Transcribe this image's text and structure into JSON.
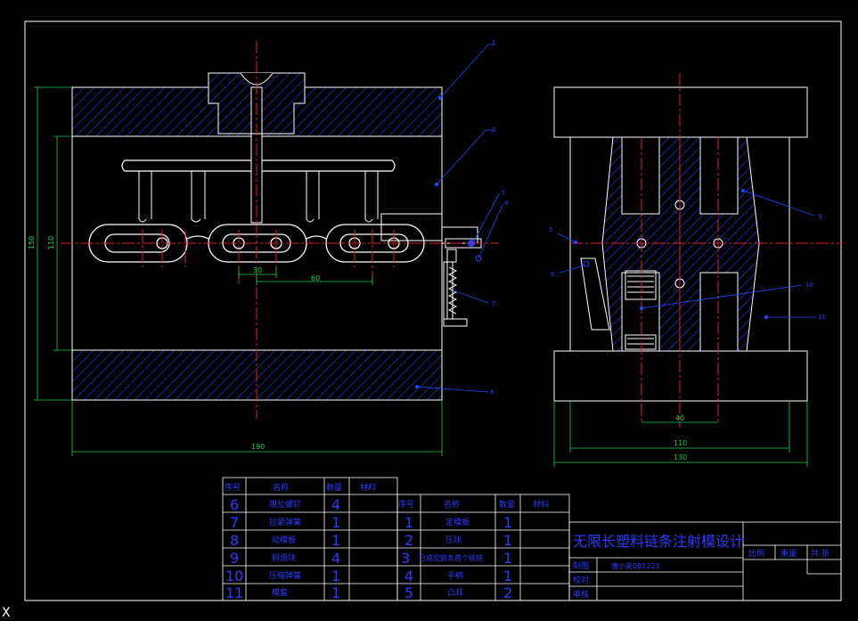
{
  "drawing": {
    "title": "无限长塑料链条注射模设计",
    "cursor_glyph": "X",
    "colors": {
      "background": "#000000",
      "outline": "#ffffff",
      "hatch": "#2a3cff",
      "centerline": "#e0212a",
      "dimension": "#19d14a",
      "leader": "#1a4cff",
      "text": "#2a3cff"
    }
  },
  "dimensions": {
    "front_width": "190",
    "front_height_outer": "150",
    "front_height_inner": "110",
    "pitch_small": "30",
    "pitch_large": "60",
    "side_inner": "40",
    "side_mid": "110",
    "side_outer": "130"
  },
  "balloons": [
    "1",
    "2",
    "3",
    "4",
    "5",
    "6",
    "7",
    "8",
    "9",
    "10",
    "11"
  ],
  "bom_left": {
    "headers": [
      "序号",
      "名称",
      "数量",
      "材料"
    ],
    "rows": [
      {
        "no": "6",
        "name": "限位螺钉",
        "qty": "4",
        "mat": ""
      },
      {
        "no": "7",
        "name": "拉紧弹簧",
        "qty": "1",
        "mat": ""
      },
      {
        "no": "8",
        "name": "动模板",
        "qty": "1",
        "mat": ""
      },
      {
        "no": "9",
        "name": "斜滑块",
        "qty": "4",
        "mat": ""
      },
      {
        "no": "10",
        "name": "压缩弹簧",
        "qty": "1",
        "mat": ""
      },
      {
        "no": "11",
        "name": "模套",
        "qty": "1",
        "mat": ""
      }
    ]
  },
  "bom_right": {
    "headers": [
      "序号",
      "名称",
      "数量",
      "材料"
    ],
    "rows": [
      {
        "no": "1",
        "name": "定模板",
        "qty": "1",
        "mat": ""
      },
      {
        "no": "2",
        "name": "压块",
        "qty": "1",
        "mat": ""
      },
      {
        "no": "3",
        "name": "已成型链条首个链结",
        "qty": "1",
        "mat": ""
      },
      {
        "no": "4",
        "name": "手柄",
        "qty": "1",
        "mat": ""
      },
      {
        "no": "5",
        "name": "凸耳",
        "qty": "2",
        "mat": ""
      }
    ]
  },
  "title_block": {
    "scale_label": "比例",
    "weight_label": "重量",
    "sheets_label": "共 张",
    "rows": [
      {
        "label": "制图",
        "value": "唐小英081223"
      },
      {
        "label": "校对",
        "value": ""
      },
      {
        "label": "审核",
        "value": ""
      }
    ]
  }
}
